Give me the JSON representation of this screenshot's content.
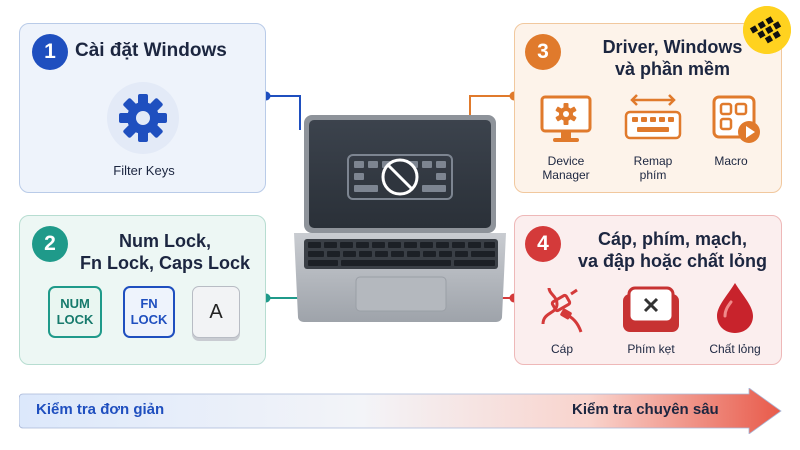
{
  "panels": {
    "p1": {
      "number": "1",
      "title": "Cài đặt Windows",
      "icon_label": "Filter Keys",
      "icon": "gear-icon"
    },
    "p2": {
      "number": "2",
      "title_line1": "Num Lock,",
      "title_line2": "Fn Lock, Caps Lock",
      "keys": {
        "num_line1": "NUM",
        "num_line2": "LOCK",
        "fn_line1": "FN",
        "fn_line2": "LOCK",
        "a": "A"
      }
    },
    "p3": {
      "number": "3",
      "title_line1": "Driver, Windows",
      "title_line2": "và phần mềm",
      "items": [
        {
          "line1": "Device",
          "line2": "Manager",
          "icon": "monitor-gear-icon"
        },
        {
          "line1": "Remap",
          "line2": "phím",
          "icon": "keyboard-remap-icon"
        },
        {
          "line1": "Macro",
          "line2": "",
          "icon": "macro-icon"
        }
      ]
    },
    "p4": {
      "number": "4",
      "title_line1": "Cáp, phím, mạch,",
      "title_line2": "va đập hoặc chất lỏng",
      "items": [
        {
          "label": "Cáp",
          "icon": "cable-icon"
        },
        {
          "label": "Phím kẹt",
          "icon": "stuck-key-icon"
        },
        {
          "label": "Chất lỏng",
          "icon": "liquid-drop-icon"
        }
      ]
    }
  },
  "arrow": {
    "left_label": "Kiểm tra đơn giản",
    "right_label": "Kiểm tra chuyên sâu"
  },
  "center": {
    "icon": "laptop-icon",
    "screen_icon": "keyboard-blocked-icon"
  },
  "logo": {
    "icon": "brand-logo-icon"
  },
  "colors": {
    "blue": "#1f4fbf",
    "teal": "#1f9a8a",
    "orange": "#e07a2c",
    "red": "#d43a3a"
  }
}
